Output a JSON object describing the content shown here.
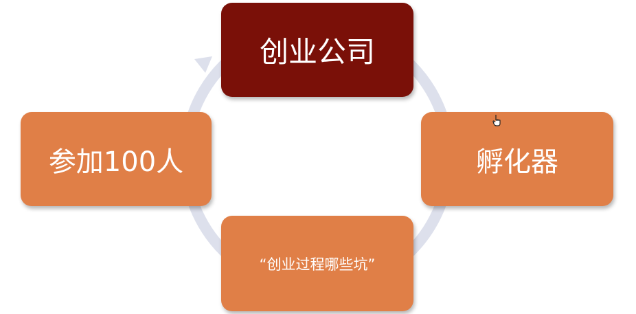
{
  "diagram": {
    "type": "cycle",
    "nodes": [
      {
        "id": "top",
        "label": "创业公司",
        "color": "#7a1008"
      },
      {
        "id": "right",
        "label": "孵化器",
        "color": "#e07f47"
      },
      {
        "id": "bottom",
        "label": "“创业过程哪些坑”",
        "color": "#e07f47"
      },
      {
        "id": "left",
        "label": "参加100人",
        "color": "#e07f47"
      }
    ],
    "ring_color": "#dde0ec",
    "flow": "clockwise"
  }
}
